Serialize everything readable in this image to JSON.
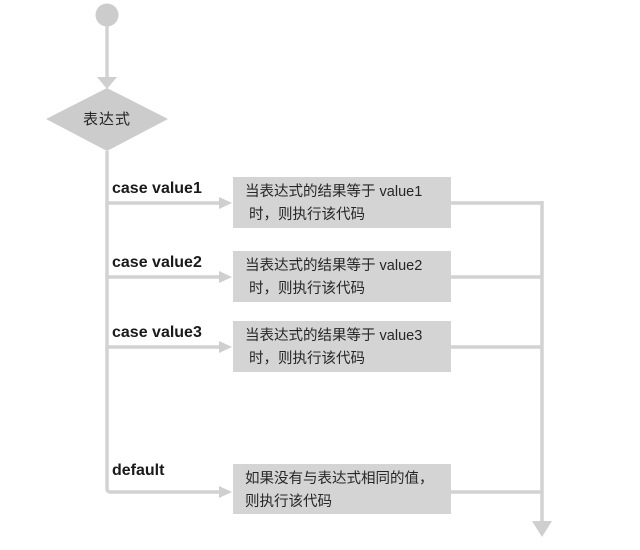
{
  "flowchart": {
    "decision_label": "表达式",
    "branches": [
      {
        "label": "case value1",
        "line1": "当表达式的结果等于 value1",
        "line2": " 时，则执行该代码"
      },
      {
        "label": "case value2",
        "line1": "当表达式的结果等于 value2",
        "line2": " 时，则执行该代码"
      },
      {
        "label": "case value3",
        "line1": "当表达式的结果等于 value3",
        "line2": " 时，则执行该代码"
      },
      {
        "label": "default",
        "line1": "如果没有与表达式相同的值，",
        "line2": "则执行该代码"
      }
    ],
    "colors": {
      "background": "#ffffff",
      "node_fill": "#cccccc",
      "connector": "#d2d2d2",
      "box_fill": "#d4d4d4",
      "label_text": "#1a1a1a",
      "box_text": "#262626"
    }
  }
}
